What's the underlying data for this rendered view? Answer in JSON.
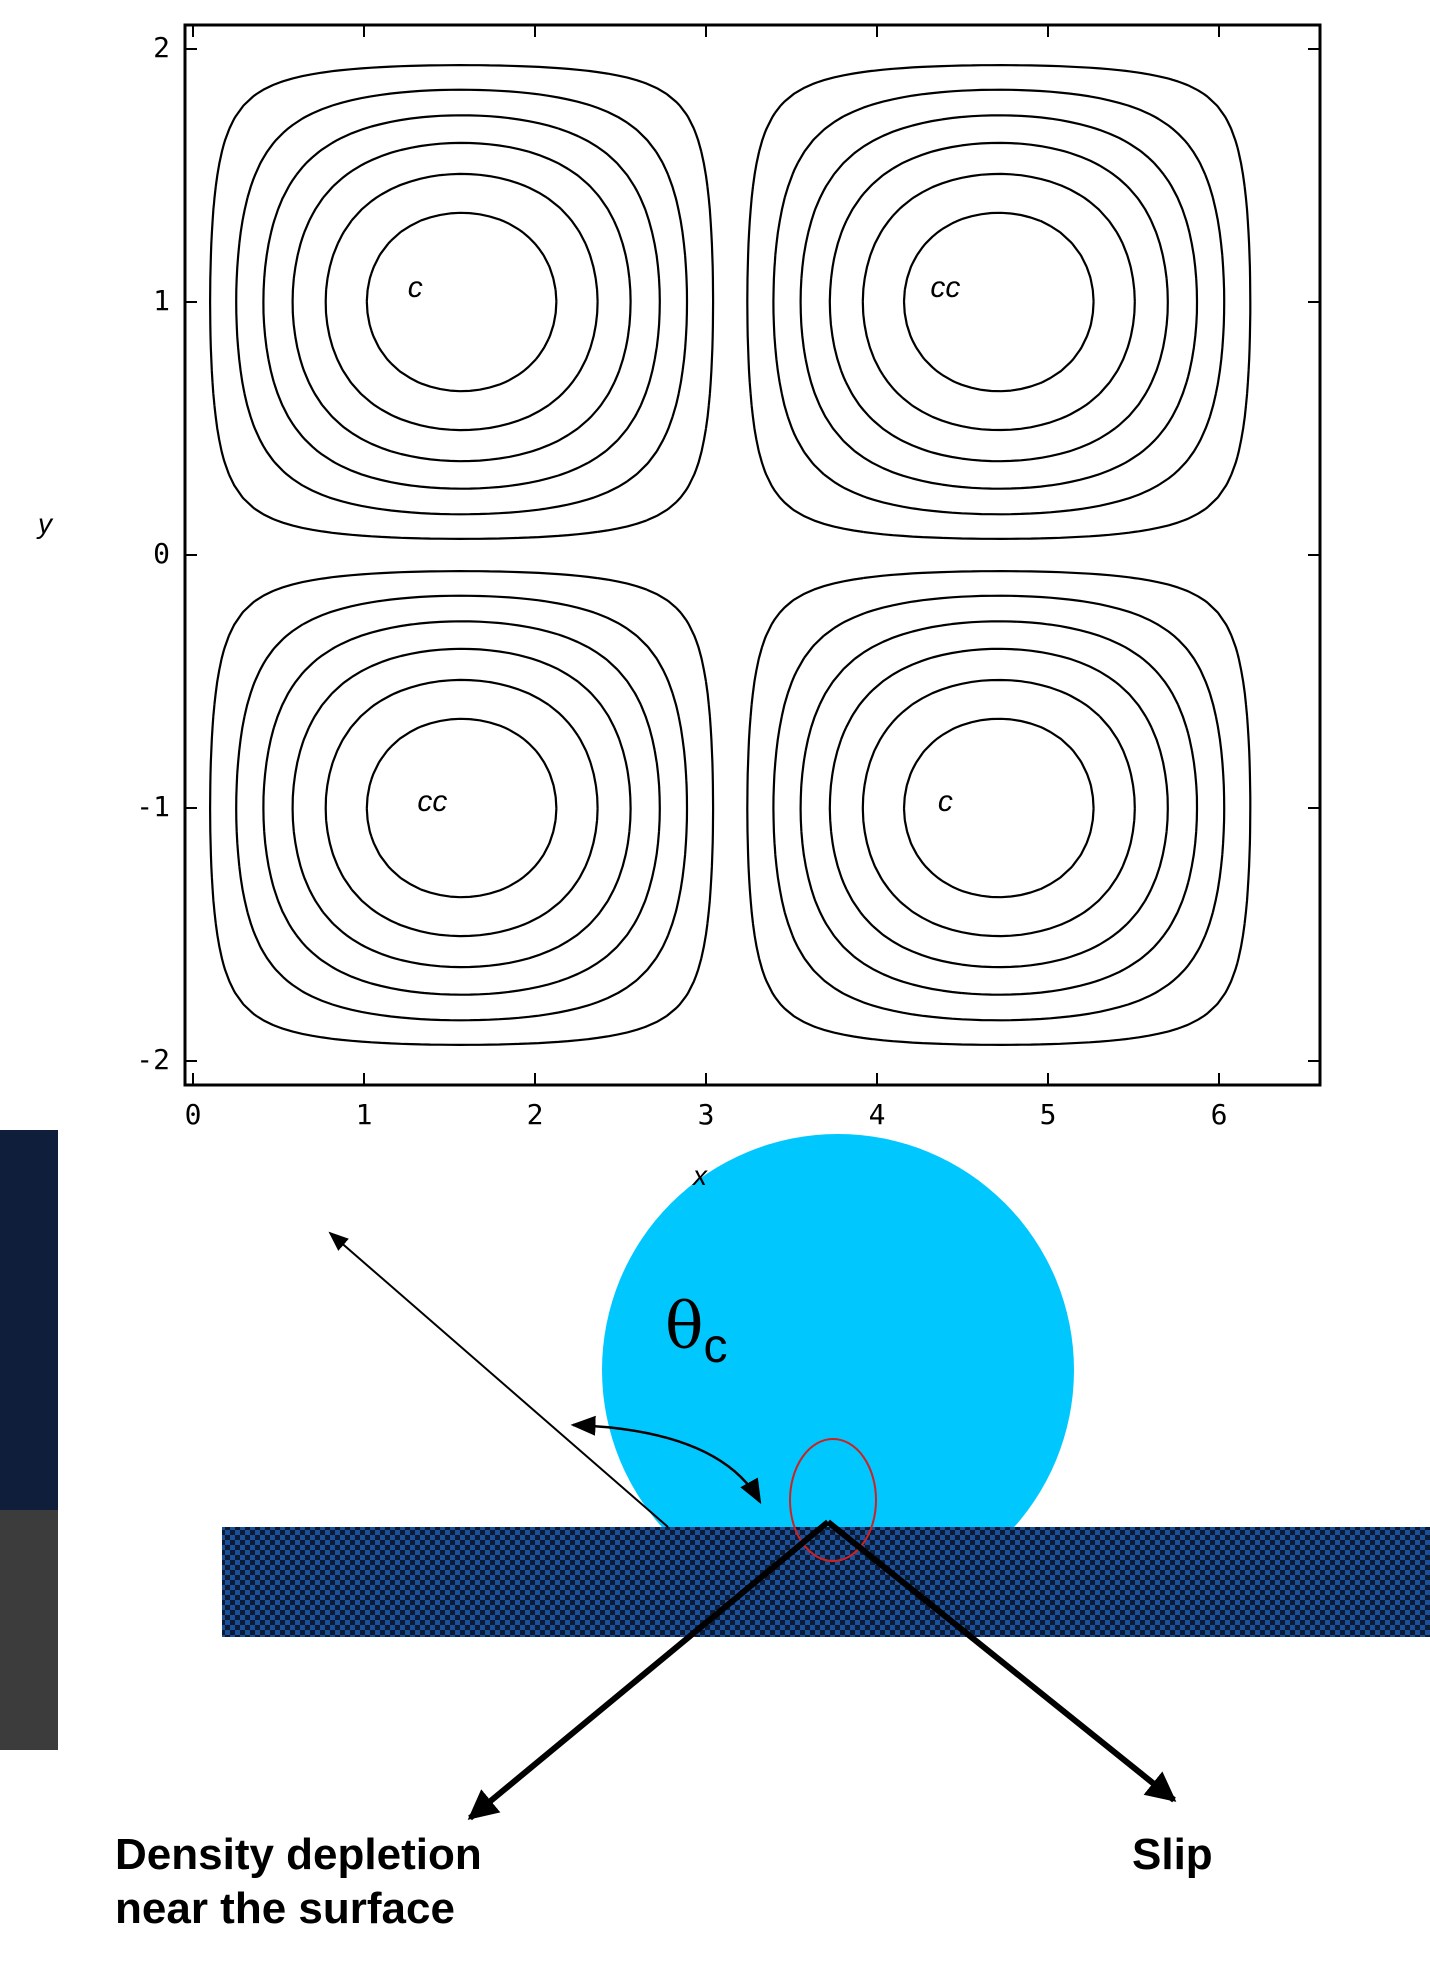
{
  "contour_plot": {
    "x_label": "x",
    "y_label": "y",
    "x_ticks": [
      "0",
      "1",
      "2",
      "3",
      "4",
      "5",
      "6"
    ],
    "y_ticks": [
      "2",
      "1",
      "0",
      "-1",
      "-2"
    ],
    "cell_labels": [
      "c",
      "cc",
      "cc",
      "c"
    ]
  },
  "droplet": {
    "angle_symbol": "θ",
    "angle_subscript": "c",
    "droplet_color": "#00c8ff",
    "substrate_color": "#1a4f9a",
    "contact_marker_color": "#cc2222"
  },
  "callouts": {
    "left_line1": "Density depletion",
    "left_line2": "near the surface",
    "right": "Slip"
  }
}
